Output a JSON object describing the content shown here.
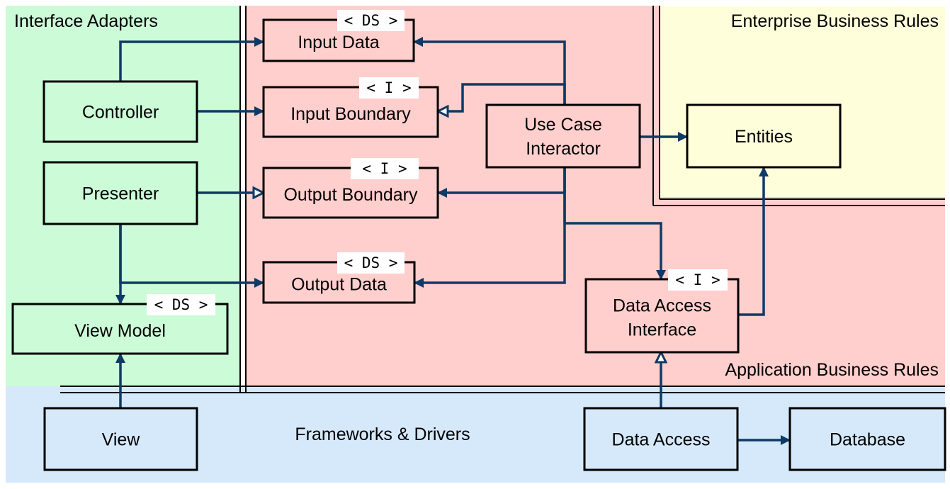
{
  "colors": {
    "interface_adapters": "#ccfbd8",
    "application_rules": "#ffcfcd",
    "enterprise_rules": "#fffedb",
    "frameworks": "#d5e9fa",
    "arrow": "#0f3a66"
  },
  "regions": {
    "interface_adapters": "Interface Adapters",
    "enterprise_rules": "Enterprise Business Rules",
    "application_rules": "Application Business Rules",
    "frameworks": "Frameworks & Drivers"
  },
  "stereotypes": {
    "data_structure": "< DS >",
    "interface": "< I >"
  },
  "nodes": {
    "controller": {
      "lines": [
        "Controller"
      ]
    },
    "presenter": {
      "lines": [
        "Presenter"
      ]
    },
    "view_model": {
      "lines": [
        "View Model"
      ],
      "tag": "data_structure"
    },
    "view": {
      "lines": [
        "View"
      ]
    },
    "input_data": {
      "lines": [
        "Input Data"
      ],
      "tag": "data_structure"
    },
    "input_boundary": {
      "lines": [
        "Input Boundary"
      ],
      "tag": "interface"
    },
    "output_boundary": {
      "lines": [
        "Output Boundary"
      ],
      "tag": "interface"
    },
    "output_data": {
      "lines": [
        "Output Data"
      ],
      "tag": "data_structure"
    },
    "use_case_interactor": {
      "lines": [
        "Use Case",
        "Interactor"
      ]
    },
    "entities": {
      "lines": [
        "Entities"
      ]
    },
    "data_access_interface": {
      "lines": [
        "Data Access",
        "Interface"
      ],
      "tag": "interface"
    },
    "data_access": {
      "lines": [
        "Data Access"
      ]
    },
    "database": {
      "lines": [
        "Database"
      ]
    }
  },
  "edges": [
    {
      "from": "controller",
      "to": "input_data",
      "kind": "uses"
    },
    {
      "from": "controller",
      "to": "input_boundary",
      "kind": "uses"
    },
    {
      "from": "use_case_interactor",
      "to": "input_data",
      "kind": "uses"
    },
    {
      "from": "use_case_interactor",
      "to": "input_boundary",
      "kind": "implements"
    },
    {
      "from": "use_case_interactor",
      "to": "output_boundary",
      "kind": "uses"
    },
    {
      "from": "use_case_interactor",
      "to": "output_data",
      "kind": "uses"
    },
    {
      "from": "use_case_interactor",
      "to": "entities",
      "kind": "uses"
    },
    {
      "from": "use_case_interactor",
      "to": "data_access_interface",
      "kind": "uses"
    },
    {
      "from": "presenter",
      "to": "output_boundary",
      "kind": "implements"
    },
    {
      "from": "presenter",
      "to": "output_data",
      "kind": "uses"
    },
    {
      "from": "presenter",
      "to": "view_model",
      "kind": "uses"
    },
    {
      "from": "view",
      "to": "view_model",
      "kind": "uses"
    },
    {
      "from": "data_access_interface",
      "to": "entities",
      "kind": "uses"
    },
    {
      "from": "data_access",
      "to": "data_access_interface",
      "kind": "implements"
    },
    {
      "from": "data_access",
      "to": "database",
      "kind": "uses"
    }
  ]
}
